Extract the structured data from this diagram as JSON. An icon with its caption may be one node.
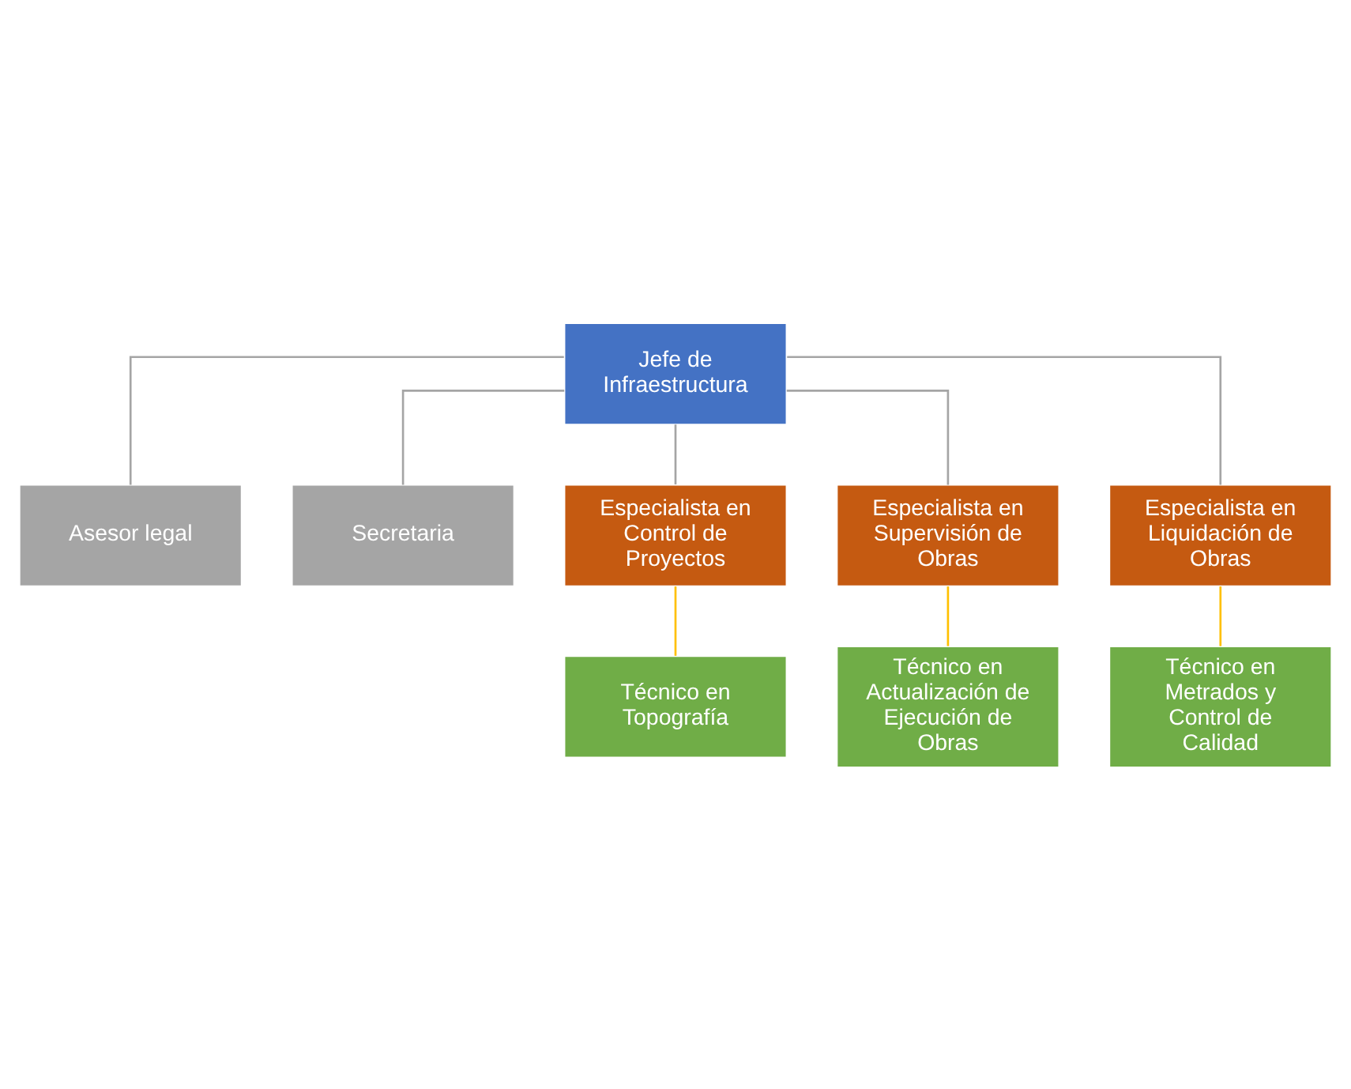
{
  "diagram": {
    "nodes": [
      {
        "text": [
          "Jefe de Infraestructura"
        ]
      },
      {
        "text": [
          "Asesor legal"
        ]
      },
      {
        "text": [
          "Secretaria"
        ]
      },
      {
        "text": [
          "Especialista en Control de Proyectos"
        ]
      },
      {
        "text": [
          "Especialista en Supervisión de Obras"
        ]
      },
      {
        "text": [
          "Especialista en Liquidación de Obras"
        ]
      },
      {
        "text": [
          "Técnico en Topografía"
        ]
      },
      {
        "text": [
          "Técnico en Actualización de Ejecución de Obras"
        ]
      },
      {
        "text": [
          "Técnico en Metrados y Control de Calidad"
        ]
      }
    ],
    "edges": [
      {
        "from": 0,
        "to": 1,
        "arrow": "none"
      },
      {
        "from": 0,
        "to": 2,
        "arrow": "none"
      },
      {
        "from": 0,
        "to": 3,
        "arrow": "none"
      },
      {
        "from": 0,
        "to": 4,
        "arrow": "none"
      },
      {
        "from": 0,
        "to": 5,
        "arrow": "none"
      },
      {
        "from": 3,
        "to": 6,
        "arrow": "none",
        "color": "#ffc000"
      },
      {
        "from": 4,
        "to": 7,
        "arrow": "none",
        "color": "#ffc000"
      },
      {
        "from": 5,
        "to": 8,
        "arrow": "none",
        "color": "#ffc000"
      }
    ]
  }
}
